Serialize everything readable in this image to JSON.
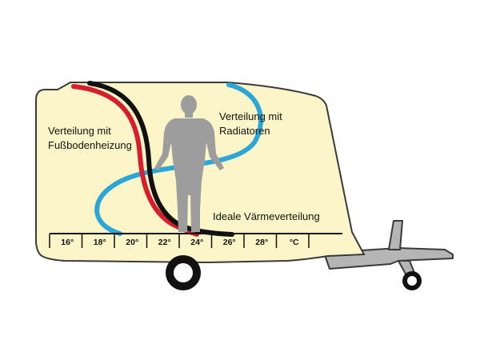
{
  "labels": {
    "floor_heating_line1": "Verteilung mit",
    "floor_heating_line2": "Fußbodenheizung",
    "radiator_line1": "Verteilung mit",
    "radiator_line2": "Radiatoren",
    "ideal": "Ideale Värmeverteilung"
  },
  "scale": {
    "ticks": [
      "16°",
      "18°",
      "20°",
      "22°",
      "24°",
      "26°",
      "28°",
      "°C"
    ]
  },
  "colors": {
    "caravan_fill": "#fbf5c8",
    "caravan_stroke": "#3a3a3a",
    "floor_heating": "#d81e2c",
    "radiator": "#2aa7d8",
    "ideal": "#111111",
    "person": "#9d9d9d",
    "drawbar": "#b5b5b5"
  },
  "icons": {
    "person": "person-silhouette-icon",
    "wheel": "wheel-icon",
    "jockey_wheel": "jockey-wheel-icon"
  }
}
